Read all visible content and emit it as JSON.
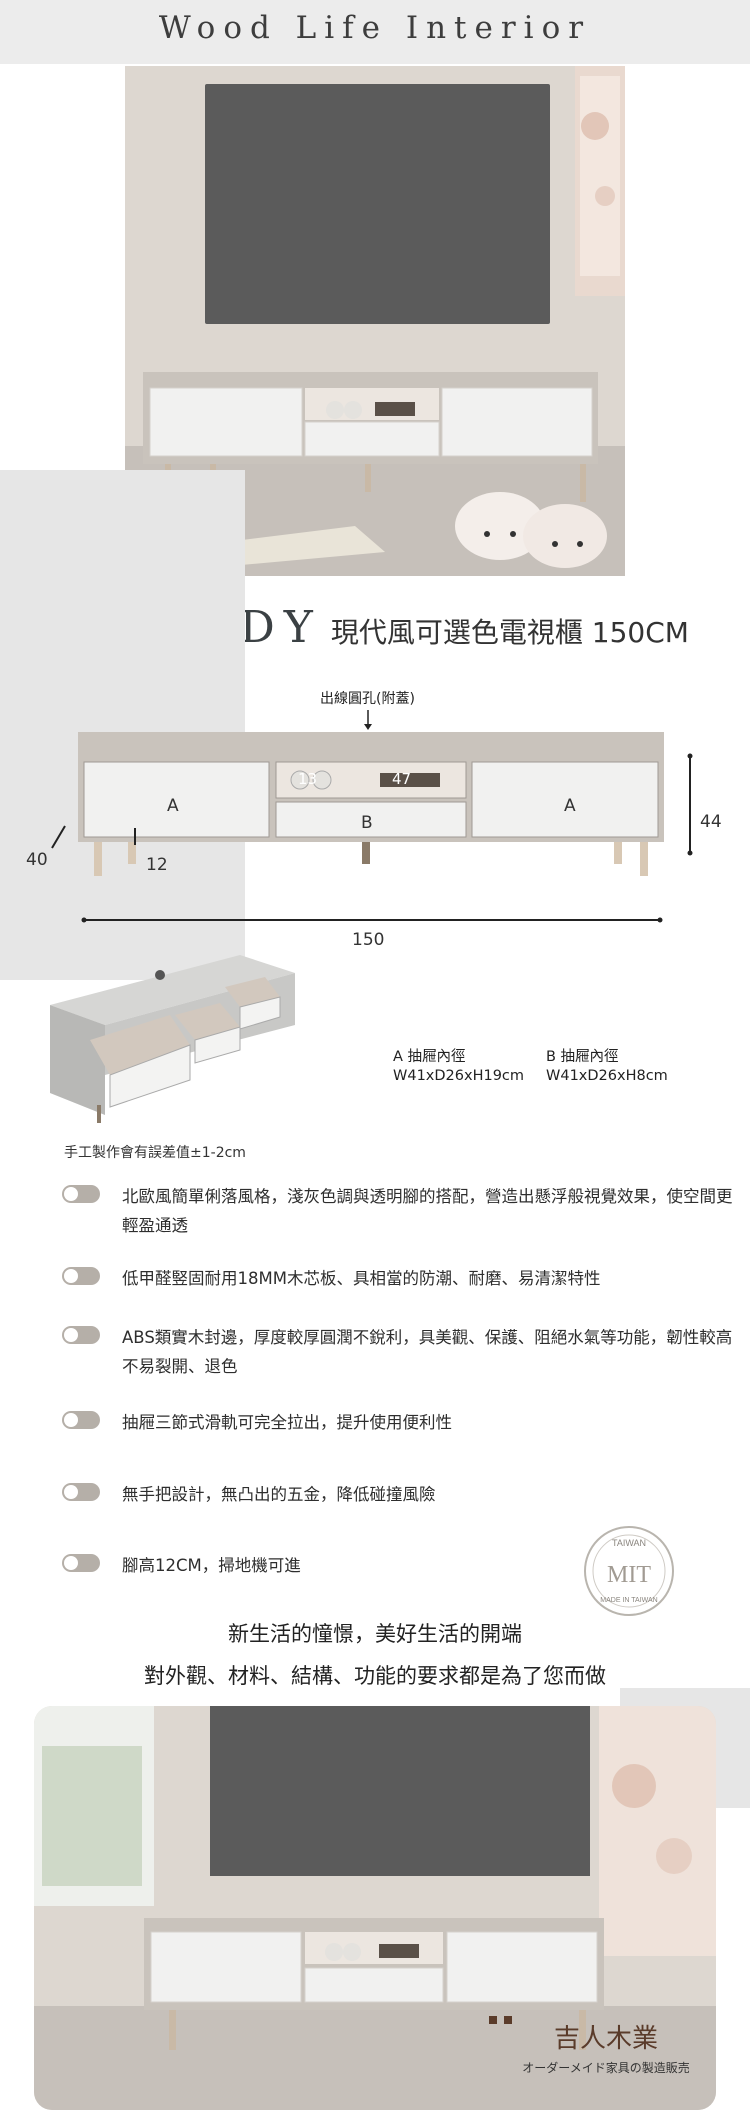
{
  "header": {
    "brand": "Wood Life Interior"
  },
  "title": {
    "en": "MELODY",
    "zh": "現代風可選色電視櫃 150CM"
  },
  "diagram": {
    "hole_label": "出線圓孔(附蓋)",
    "drawer_a_label": "A",
    "drawer_b_label": "B",
    "depth": "40",
    "leg_height": "12",
    "height": "44",
    "width": "150",
    "shelf_left": "13",
    "shelf_center": "47"
  },
  "drawer_specs": {
    "a_title": "A 抽屜內徑",
    "a_size": "W41xD26xH19cm",
    "b_title": "B 抽屜內徑",
    "b_size": "W41xD26xH8cm"
  },
  "note": "手工製作會有誤差值±1-2cm",
  "features": [
    "北歐風簡單俐落風格，淺灰色調與透明腳的搭配，營造出懸浮般視覺效果，使空間更輕盈通透",
    "低甲醛竪固耐用18MM木芯板、具相當的防潮、耐磨、易清潔特性",
    "ABS類實木封邊，厚度較厚圓潤不銳利，具美觀、保護、阻絕水氣等功能，韌性較高不易裂開、退色",
    "抽屜三節式滑軌可完全拉出，提升使用便利性",
    "無手把設計，無凸出的五金，降低碰撞風險",
    "腳高12CM，掃地機可進"
  ],
  "badge": {
    "top": "TAIWAN",
    "main": "MIT",
    "bottom": "MADE IN TAIWAN"
  },
  "slogan": {
    "line1": "新生活的憧憬，美好生活的開端",
    "line2": "對外觀、材料、結構、功能的要求都是為了您而做"
  },
  "watermark": {
    "name": "吉人木業",
    "sub": "オーダーメイド家具の製造販売"
  },
  "colors": {
    "cabinet": "#c9c3bc",
    "drawer": "#f1f1f0",
    "toggle": "#b5afa8",
    "title": "#3b4144"
  }
}
